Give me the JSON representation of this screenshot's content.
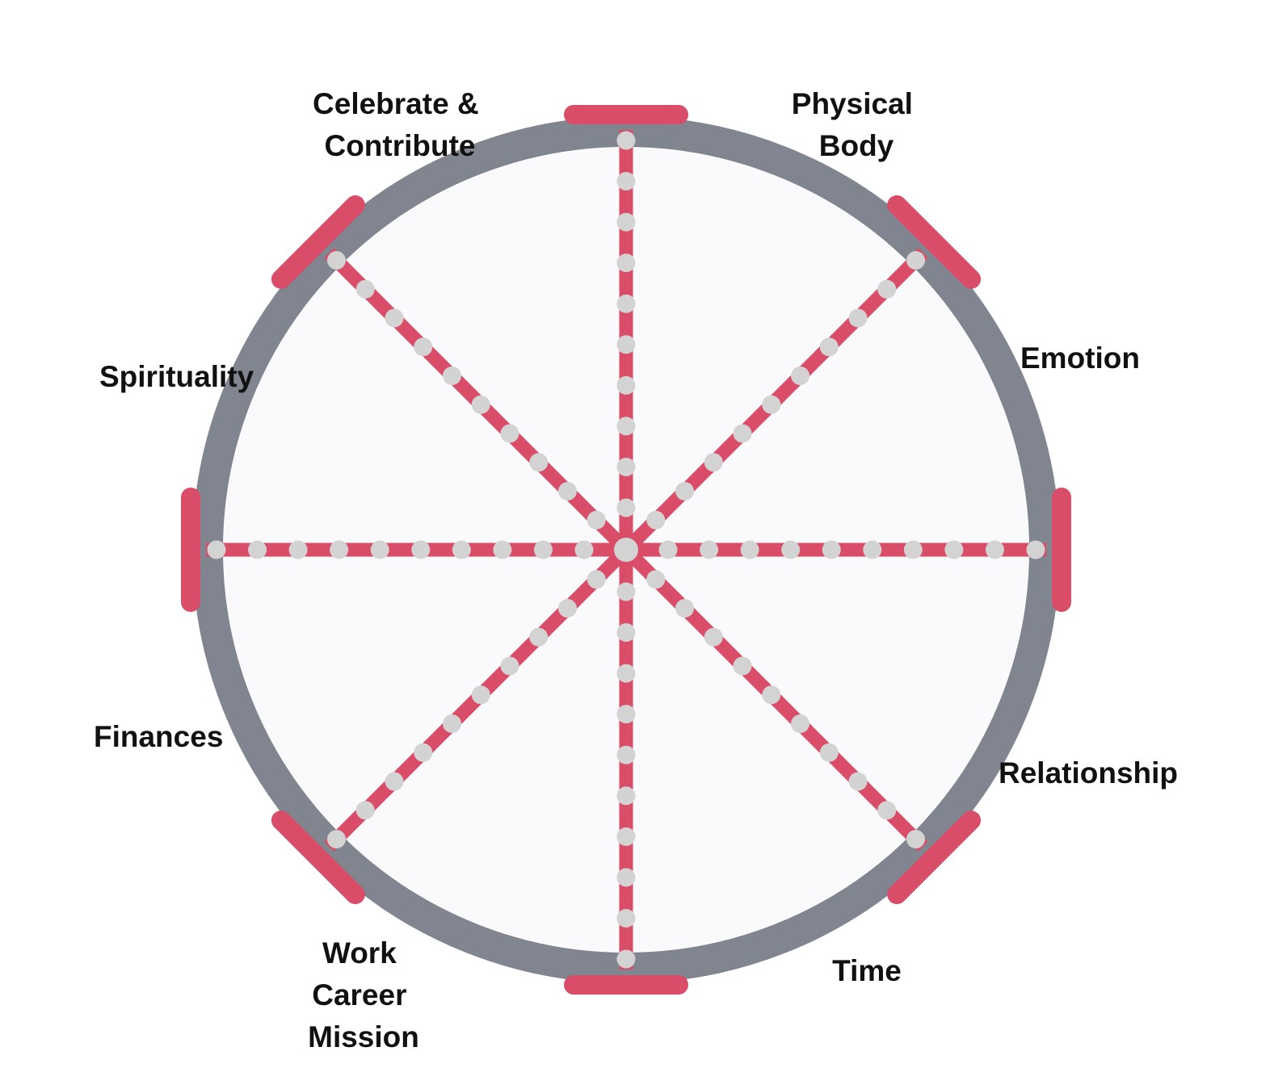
{
  "colors": {
    "rim": "#808590",
    "spoke": "#d94d69",
    "marker": "#d3d3d3",
    "inner_fill": "#fafafd",
    "text": "#111111"
  },
  "rings_per_spoke": 10,
  "categories": [
    {
      "id": "physical-body",
      "lines": [
        "Physical",
        "Body"
      ]
    },
    {
      "id": "emotion",
      "lines": [
        "Emotion"
      ]
    },
    {
      "id": "relationship",
      "lines": [
        "Relationship"
      ]
    },
    {
      "id": "time",
      "lines": [
        "Time"
      ]
    },
    {
      "id": "work-career-mission",
      "lines": [
        "Work",
        "Career",
        "Mission"
      ]
    },
    {
      "id": "finances",
      "lines": [
        "Finances"
      ]
    },
    {
      "id": "spirituality",
      "lines": [
        "Spirituality"
      ]
    },
    {
      "id": "celebrate-contribute",
      "lines": [
        "Celebrate &",
        "Contribute"
      ]
    }
  ]
}
